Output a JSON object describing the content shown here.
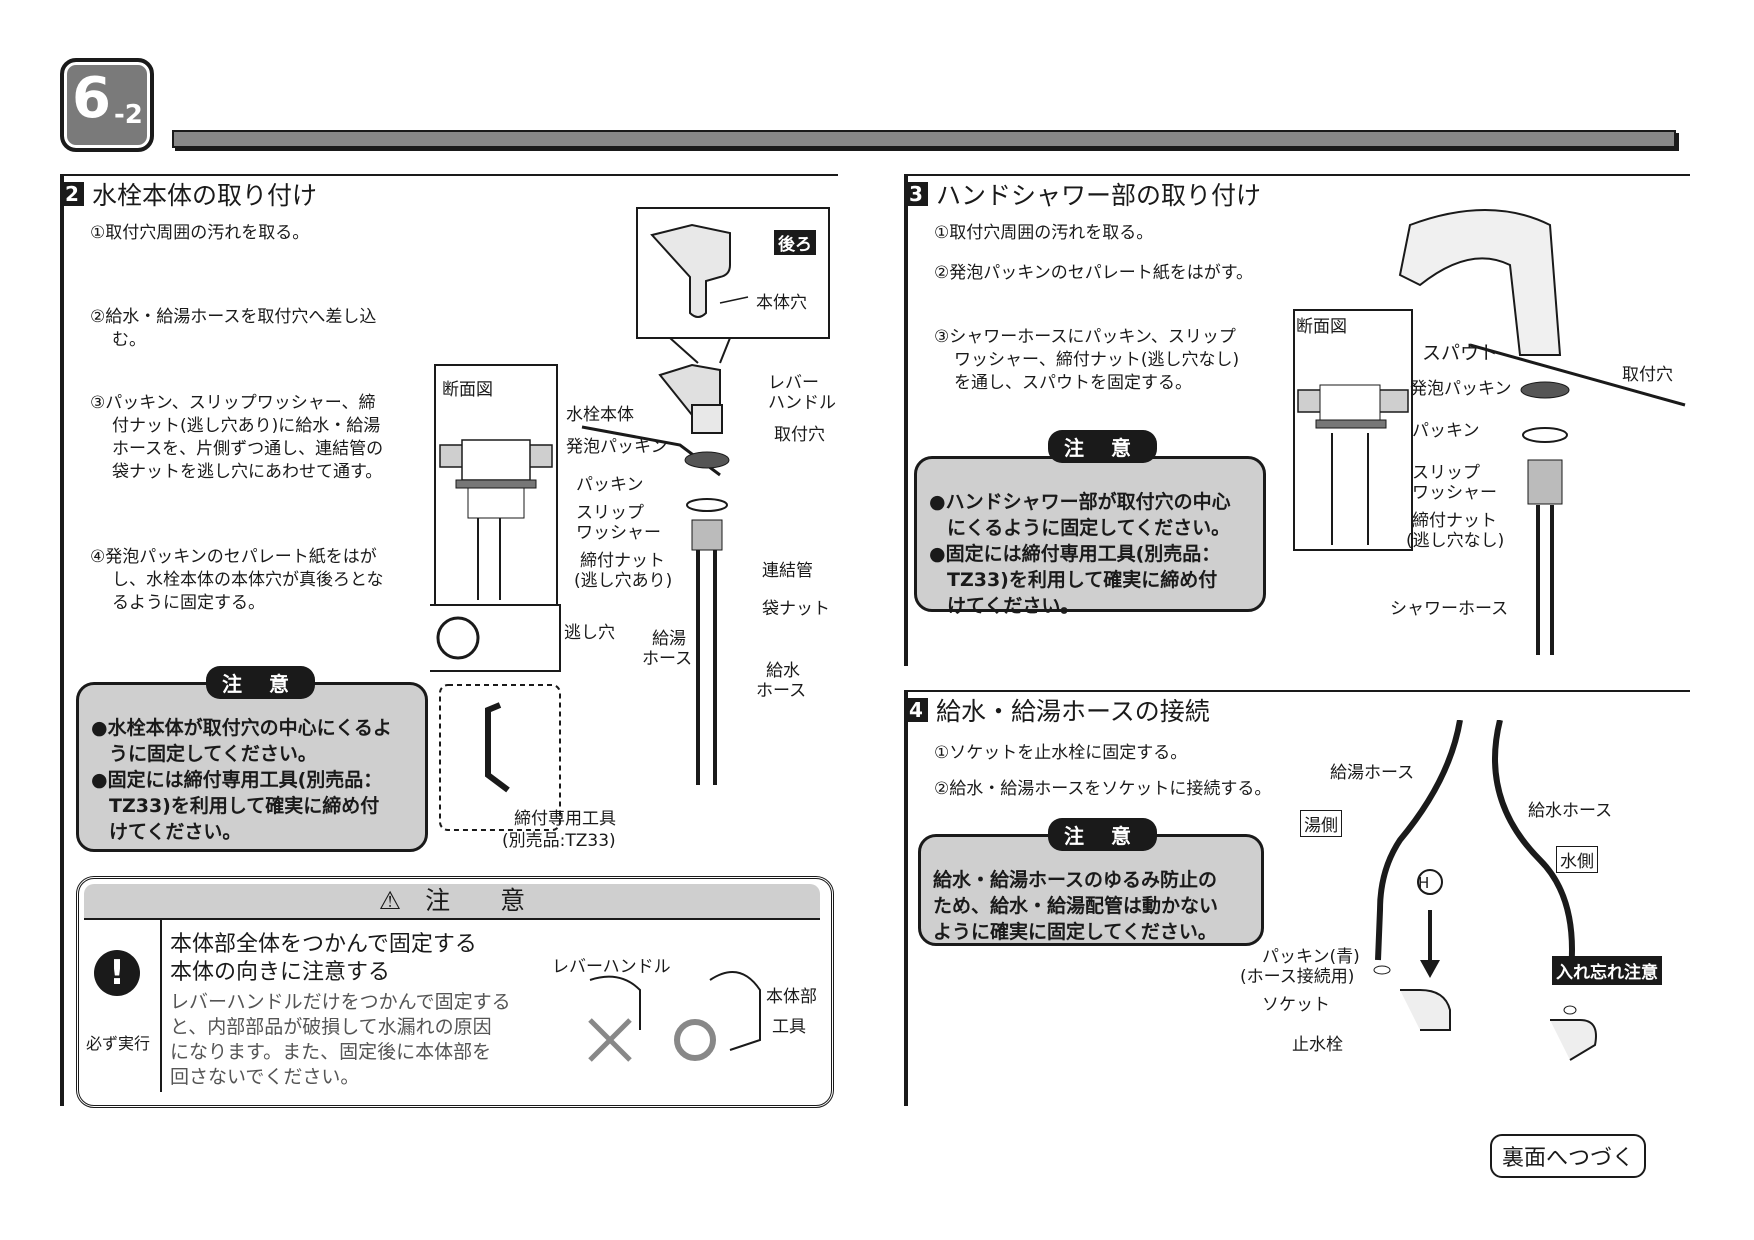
{
  "page_badge": {
    "main": "6",
    "sub": "-2"
  },
  "section2": {
    "num": "2",
    "title": "水栓本体の取り付け",
    "steps": [
      "①取付穴周囲の汚れを取る。",
      "②給水・給湯ホースを取付穴へ差し込",
      "む。",
      "③パッキン、スリップワッシャー、締",
      "付ナット(逃し穴あり)に給水・給湯",
      "ホースを、片側ずつ通し、連結管の",
      "袋ナットを逃し穴にあわせて通す。",
      "④発泡パッキンのセパレート紙をはが",
      "し、水栓本体の本体穴が真後ろとな",
      "るように固定する。"
    ],
    "note_tag": "注 意",
    "note_lines": [
      "●水栓本体が取付穴の中心にくるよ",
      "うに固定してください。",
      "●固定には締付専用工具(別売品：",
      "TZ33)を利用して確実に締め付",
      "けてください。"
    ],
    "labels": {
      "back": "後ろ",
      "body_hole": "本体穴",
      "section_view": "断面図",
      "body": "水栓本体",
      "foam": "発泡パッキン",
      "packing": "パッキン",
      "slip1": "スリップ",
      "slip2": "ワッシャー",
      "nut1": "締付ナット",
      "nut2": "(逃し穴あり)",
      "lever1": "レバー",
      "lever2": "ハンドル",
      "hole": "取付穴",
      "conn": "連結管",
      "bagnut": "袋ナット",
      "hot1": "給湯",
      "hot2": "ホース",
      "cold1": "給水",
      "cold2": "ホース",
      "relief": "逃し穴",
      "tool1": "締付専用工具",
      "tool2": "(別売品:TZ33)"
    }
  },
  "caution": {
    "title_icon": "⚠",
    "title": "注　　意",
    "must": "必ず実行",
    "head1": "本体部全体をつかんで固定する",
    "head2": "本体の向きに注意する",
    "body": [
      "レバーハンドルだけをつかんで固定する",
      "と、内部部品が破損して水漏れの原因",
      "になります。また、固定後に本体部を",
      "回さないでください。"
    ],
    "lever": "レバーハンドル",
    "bodypart": "本体部",
    "tool": "工具"
  },
  "section3": {
    "num": "3",
    "title": "ハンドシャワー部の取り付け",
    "steps": [
      "①取付穴周囲の汚れを取る。",
      "②発泡パッキンのセパレート紙をはがす。",
      "③シャワーホースにパッキン、スリップ",
      "ワッシャー、締付ナット(逃し穴なし)",
      "を通し、スパウトを固定する。"
    ],
    "note_tag": "注 意",
    "note_lines": [
      "●ハンドシャワー部が取付穴の中心",
      "にくるように固定してください。",
      "●固定には締付専用工具(別売品：",
      "TZ33)を利用して確実に締め付",
      "けてください。"
    ],
    "labels": {
      "section_view": "断面図",
      "spout": "スパウト",
      "foam": "発泡パッキン",
      "hole": "取付穴",
      "packing": "パッキン",
      "slip1": "スリップ",
      "slip2": "ワッシャー",
      "nut1": "締付ナット",
      "nut2": "(逃し穴なし)",
      "hose": "シャワーホース"
    }
  },
  "section4": {
    "num": "4",
    "title": "給水・給湯ホースの接続",
    "steps": [
      "①ソケットを止水栓に固定する。",
      "②給水・給湯ホースをソケットに接続する。"
    ],
    "note_tag": "注 意",
    "note_lines": [
      "給水・給湯ホースのゆるみ防止の",
      "ため、給水・給湯配管は動かない",
      "ように確実に固定してください。"
    ],
    "labels": {
      "hot_hose": "給湯ホース",
      "cold_hose": "給水ホース",
      "hot_side": "湯側",
      "cold_side": "水側",
      "h": "H",
      "packing1": "パッキン(青)",
      "packing2": "(ホース接続用)",
      "socket": "ソケット",
      "valve": "止水栓",
      "reminder": "入れ忘れ注意"
    }
  },
  "footer": {
    "continue": "裏面へつづく"
  }
}
